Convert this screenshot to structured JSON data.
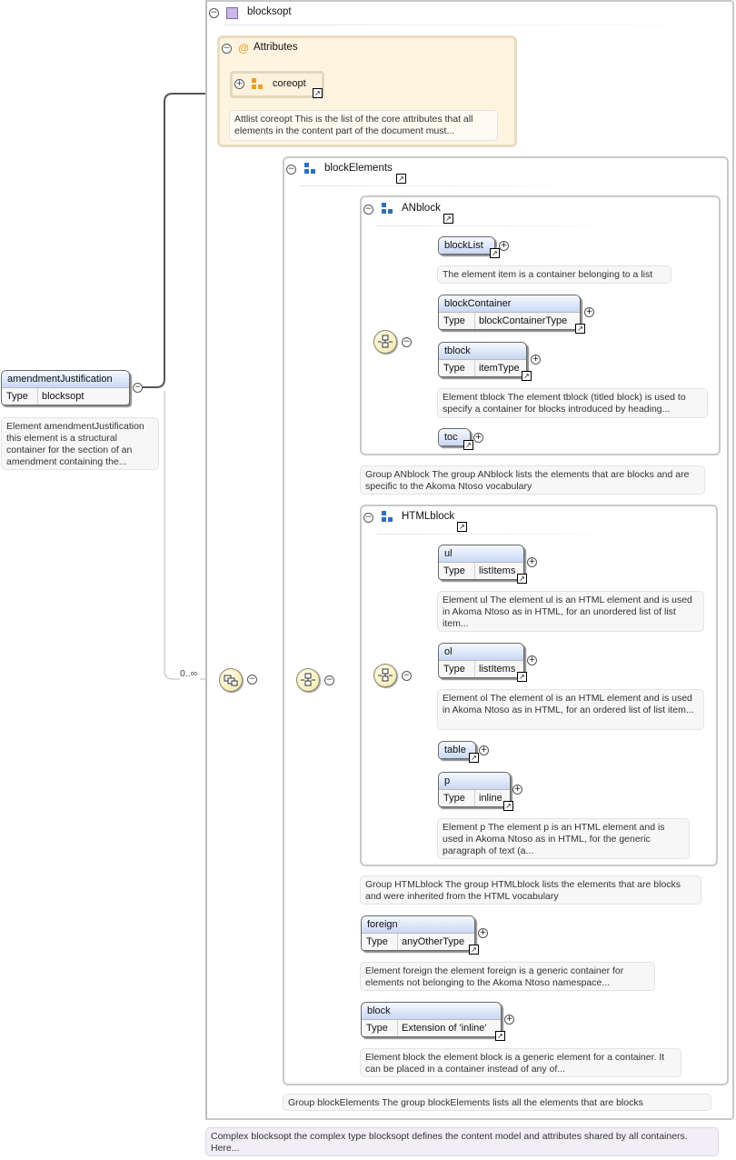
{
  "complex_type": {
    "name": "blocksopt",
    "doc": "Complex blocksopt the complex type blocksopt defines the content model and attributes shared by all containers. Here..."
  },
  "attributes": {
    "title": "Attributes",
    "attlist": "coreopt",
    "doc": "Attlist coreopt This is the list of the core attributes that all elements in the content part of the document must..."
  },
  "root_element": {
    "name": "amendmentJustification",
    "type_key": "Type",
    "type_value": "blocksopt",
    "doc": "Element amendmentJustification this element is a structural container for the section of an amendment containing the...",
    "cardinality": "0..∞"
  },
  "block_elements": {
    "name": "blockElements",
    "doc": "Group blockElements The group blockElements lists all the elements that are blocks"
  },
  "anblock": {
    "name": "ANblock",
    "doc": "Group ANblock The group ANblock lists the elements that are blocks and are specific to the Akoma Ntoso vocabulary",
    "elements": [
      {
        "name": "blockList",
        "doc": "The element item is a container belonging to a list"
      },
      {
        "name": "blockContainer",
        "type_key": "Type",
        "type_value": "blockContainerType"
      },
      {
        "name": "tblock",
        "type_key": "Type",
        "type_value": "itemType",
        "doc": "Element tblock The element tblock (titled block) is used to specify a container for blocks introduced by heading..."
      },
      {
        "name": "toc"
      }
    ]
  },
  "htmlblock": {
    "name": "HTMLblock",
    "doc": "Group HTMLblock The group HTMLblock lists the elements that are blocks and were inherited from the HTML vocabulary",
    "elements": [
      {
        "name": "ul",
        "type_key": "Type",
        "type_value": "listItems",
        "doc": "Element ul The element ul is an HTML element and is used in Akoma Ntoso as in HTML, for an unordered list of list item..."
      },
      {
        "name": "ol",
        "type_key": "Type",
        "type_value": "listItems",
        "doc": "Element ol The element ol is an HTML element and is used in Akoma Ntoso as in HTML, for an ordered list of list item..."
      },
      {
        "name": "table"
      },
      {
        "name": "p",
        "type_key": "Type",
        "type_value": "inline",
        "doc": "Element p The element p is an HTML element and is used in Akoma Ntoso as in HTML, for the generic paragraph of text (a..."
      }
    ]
  },
  "foreign": {
    "name": "foreign",
    "type_key": "Type",
    "type_value": "anyOtherType",
    "doc": "Element foreign the element foreign is a generic container for elements not belonging to the Akoma Ntoso namespace..."
  },
  "block": {
    "name": "block",
    "type_key": "Type",
    "type_value": "Extension of 'inline'",
    "doc": "Element block the element block is a generic element for a container. It can be placed in a container instead of any of..."
  },
  "icons": {
    "collapse": "collapse-icon",
    "expand": "expand-icon",
    "link": "link-arrow-icon",
    "attribute_at": "@"
  },
  "glyphs": {
    "minus": "−",
    "plus": "+",
    "arrow": "↗",
    "at": "@"
  },
  "colors": {
    "element_header": "#c8d8f4",
    "attributes_bg": "#fff4df",
    "complex_doc_bg": "#f1eef5",
    "group_icon": "#2e6fbf",
    "attlist_icon": "#e8a020"
  }
}
